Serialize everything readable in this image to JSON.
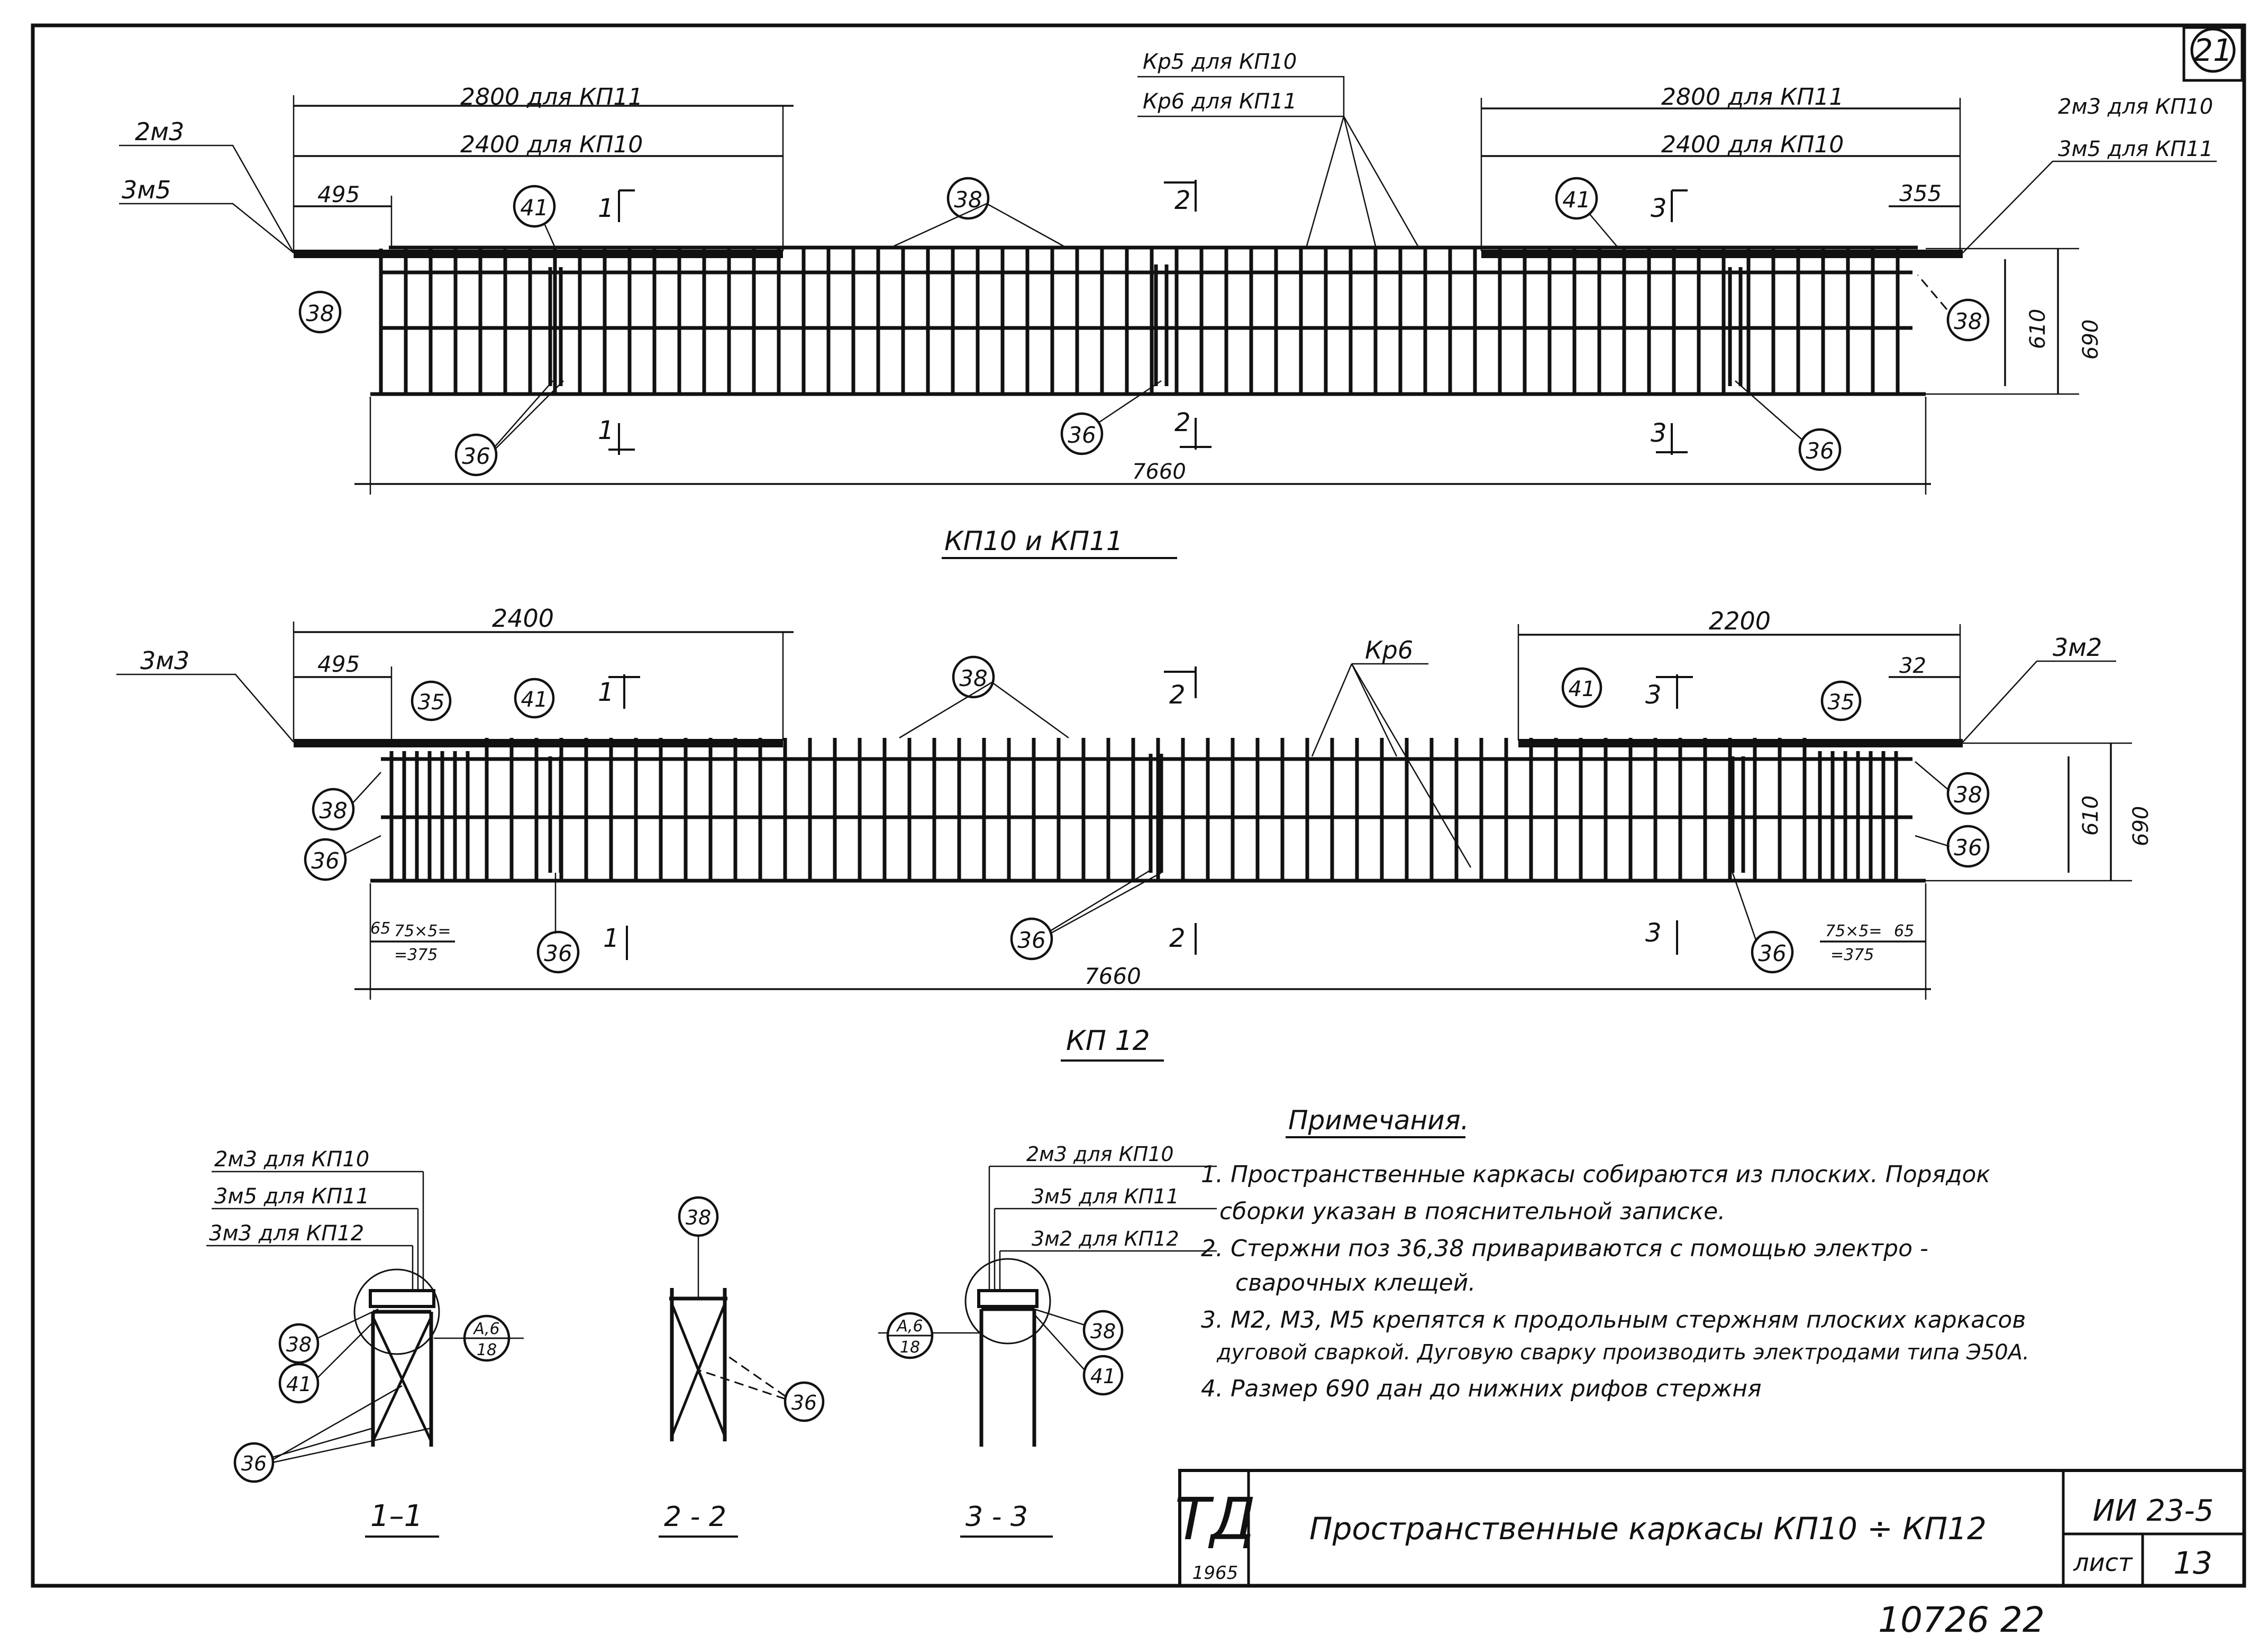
{
  "corner": {
    "sheet_no": "21"
  },
  "top": {
    "title": "КП10 и КП11",
    "left_upper_dim": "2800 для КП11",
    "left_lower_dim": "2400 для КП10",
    "left_short_dim": "495",
    "right_upper_dim": "2800 для КП11",
    "right_lower_dim": "2400 для КП10",
    "right_short_dim": "355",
    "left_labels": [
      "2м3",
      "3м5"
    ],
    "right_labels": [
      "2м3 для КП10",
      "3м5 для КП11"
    ],
    "center_labels": [
      "Кр5 для КП10",
      "Кр6 для КП11"
    ],
    "total_length": "7660",
    "height_inner": "610",
    "height_outer": "690",
    "sections": [
      "1",
      "2",
      "3"
    ],
    "bubbles": {
      "b38": "38",
      "b41": "41",
      "b36": "36"
    }
  },
  "mid": {
    "title": "КП 12",
    "left_dim": "2400",
    "left_short_dim": "495",
    "right_dim": "2200",
    "right_short_dim": "32",
    "left_label": "3м3",
    "right_label": "3м2",
    "center_label": "Кр6",
    "total_length": "7660",
    "height_inner": "610",
    "height_outer": "690",
    "left_pitch": [
      "65",
      "75×5=",
      "=375"
    ],
    "right_pitch": [
      "75×5=",
      "=375",
      "65"
    ],
    "sections": [
      "1",
      "2",
      "3"
    ],
    "bubbles": {
      "b35": "35",
      "b38": "38",
      "b41": "41",
      "b36": "36"
    }
  },
  "sections": {
    "s11": {
      "title": "1–1",
      "labels": [
        "2м3 для КП10",
        "3м5 для КП11",
        "3м3 для КП12"
      ],
      "weld_top": "А,6",
      "weld_bottom": "18",
      "b38": "38",
      "b41": "41",
      "b36": "36"
    },
    "s22": {
      "title": "2 - 2",
      "b38": "38",
      "b36": "36"
    },
    "s33": {
      "title": "3 - 3",
      "labels": [
        "2м3 для КП10",
        "3м5 для КП11",
        "3м2 для КП12"
      ],
      "weld_top": "А,6",
      "weld_bottom": "18",
      "b38": "38",
      "b41": "41"
    }
  },
  "notes": {
    "heading": "Примечания.",
    "lines": [
      "1. Пространственные каркасы собираются из плоских. Порядок",
      "сборки указан в пояснительной записке.",
      "2. Стержни поз 36,38 привариваются с помощью электро -",
      "сварочных клещей.",
      "3. М2, М3, М5 крепятся к продольным стержням плоских каркасов",
      "дуговой сваркой. Дуговую сварку производить электродами типа Э50А.",
      "4. Размер 690 дан до нижних рифов стержня"
    ]
  },
  "title_block": {
    "logo": "ТД",
    "year": "1965",
    "title": "Пространственные каркасы КП10 ÷ КП12",
    "code": "ИИ 23-5",
    "sheet_label": "лист",
    "sheet_number": "13"
  },
  "bottom_number": "10726  22"
}
